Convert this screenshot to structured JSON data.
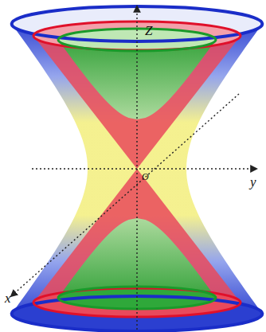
{
  "diagram": {
    "labels": [
      "Z",
      "y",
      "x",
      "O"
    ]
  }
}
